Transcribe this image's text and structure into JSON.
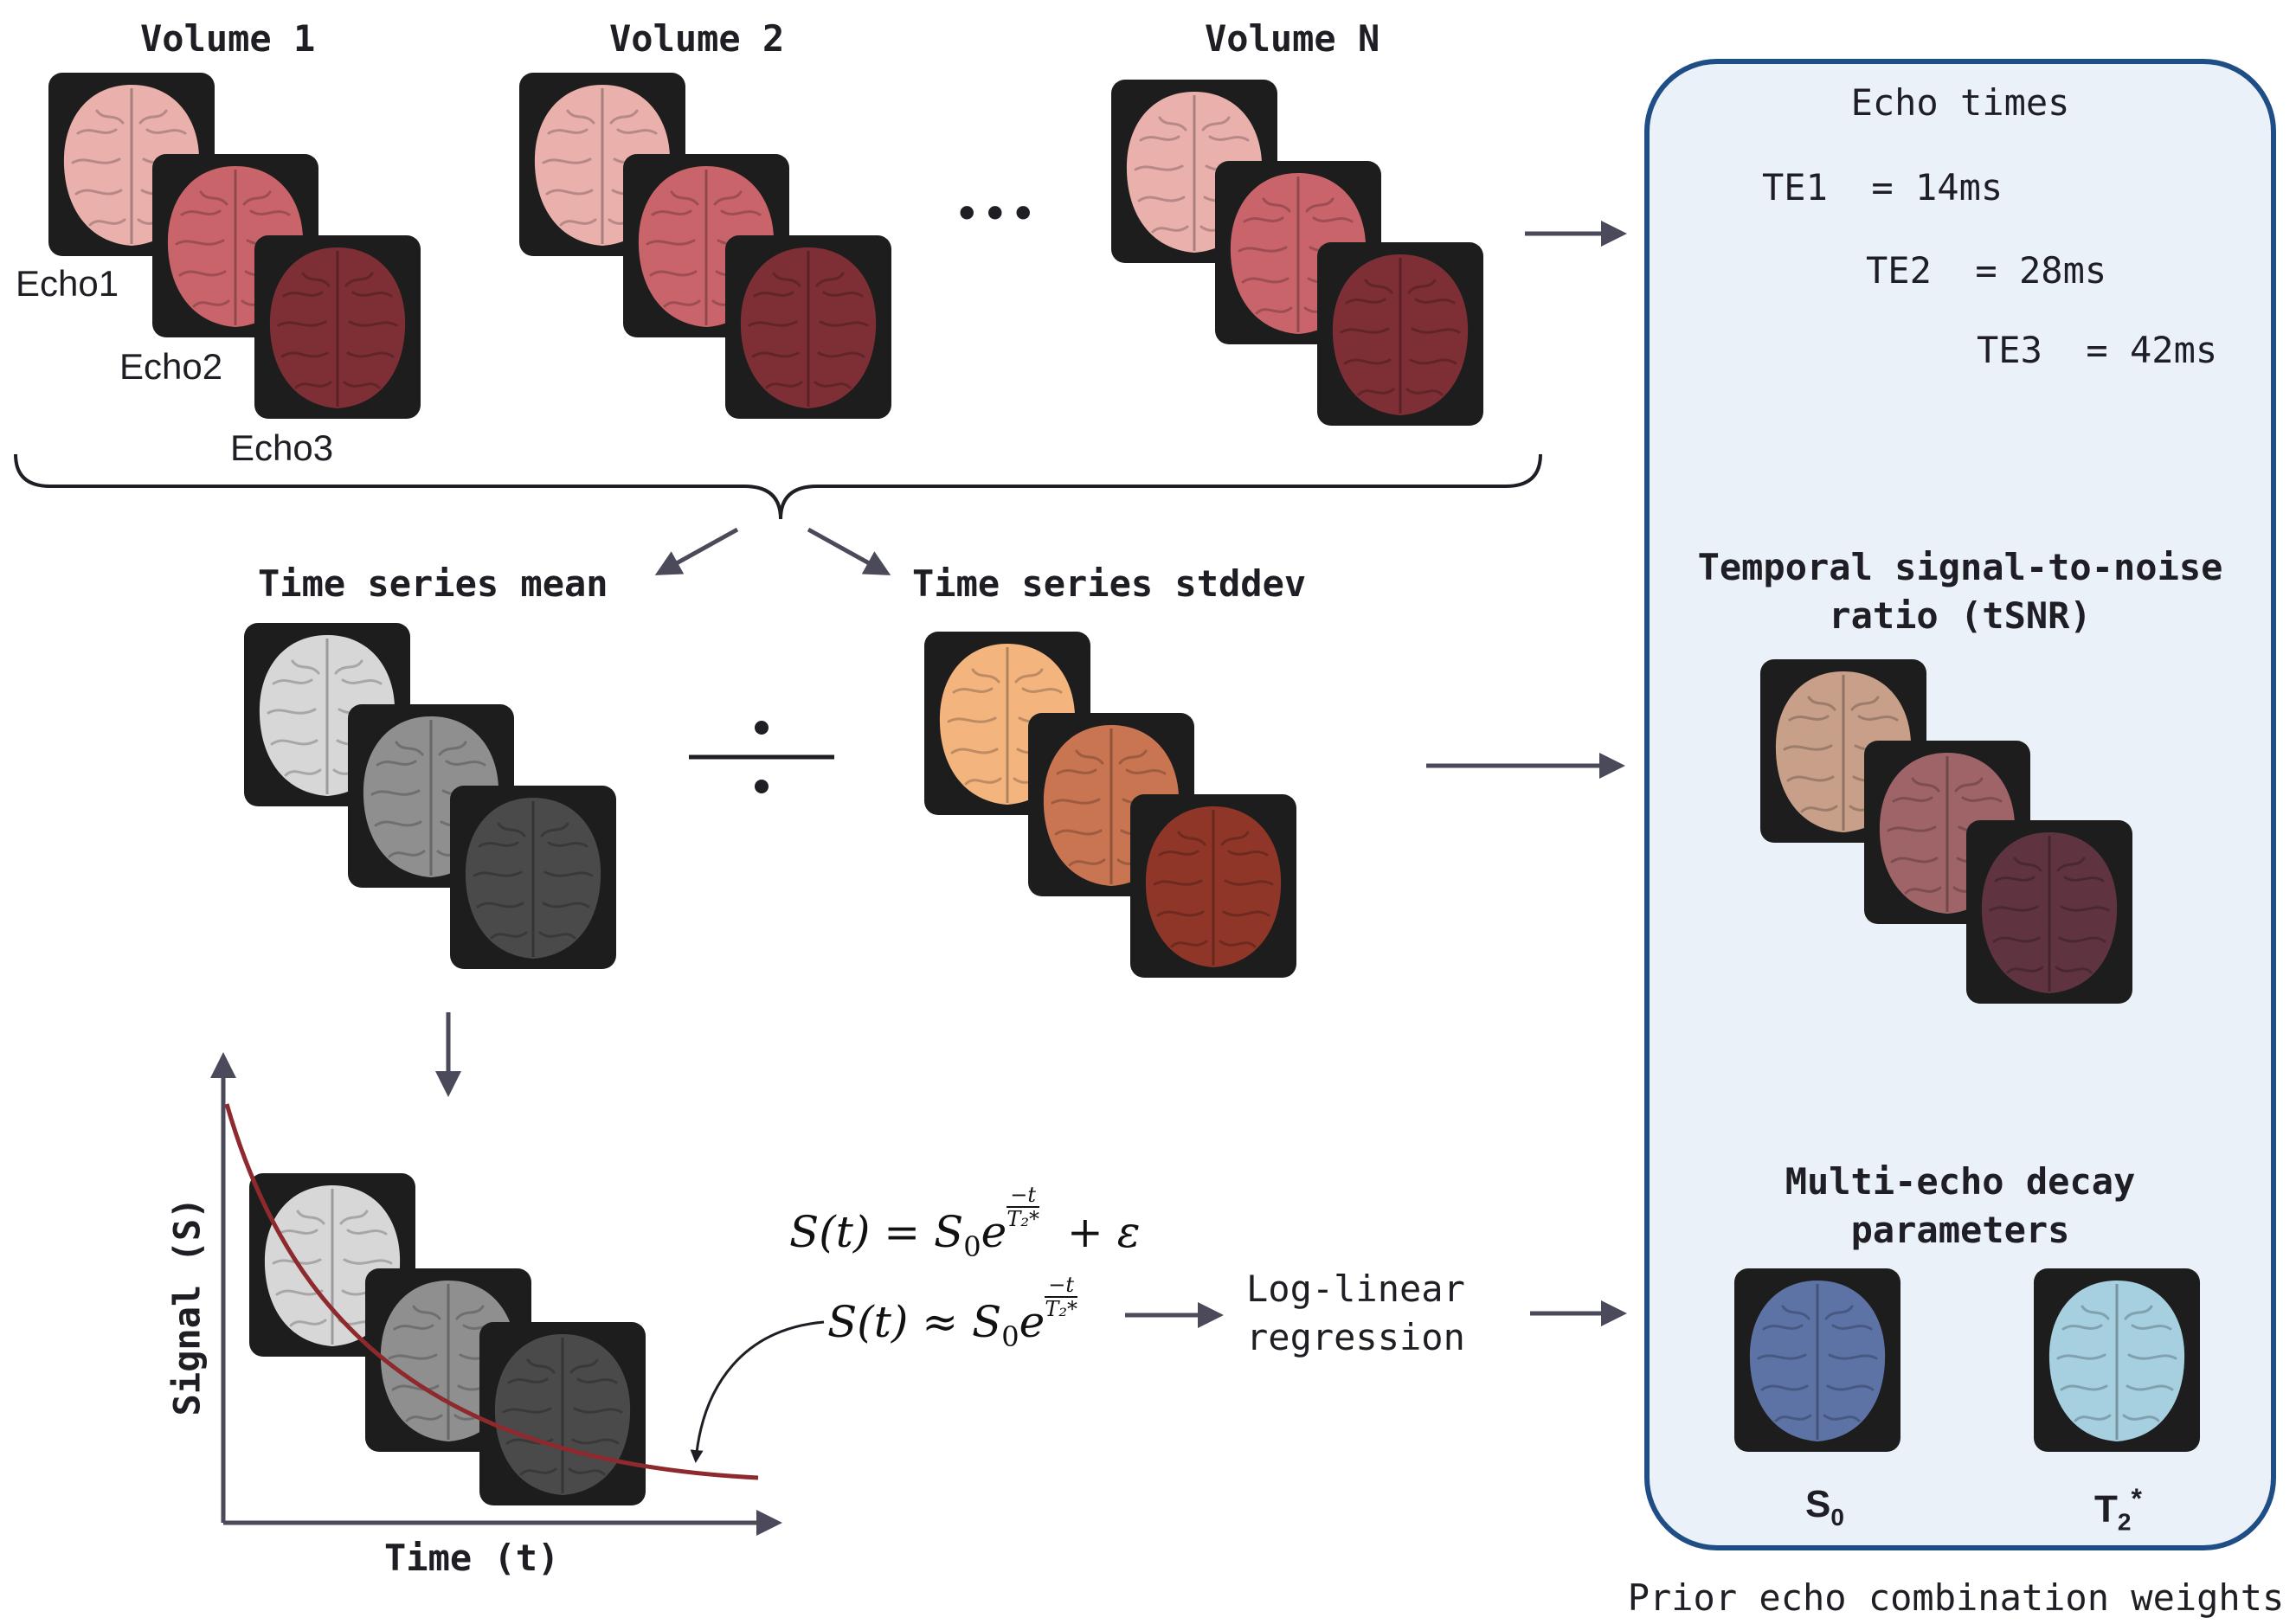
{
  "volumes": {
    "v1": "Volume 1",
    "v2": "Volume 2",
    "vn": "Volume N",
    "ellipsis": "•••"
  },
  "echo_labels": {
    "e1": "Echo1",
    "e2": "Echo2",
    "e3": "Echo3"
  },
  "stats": {
    "mean": "Time series mean",
    "stddev": "Time series stddev"
  },
  "plot": {
    "ylabel": "Signal (S)",
    "xlabel": "Time (t)"
  },
  "equations": {
    "eq1_lhs": "S(t) = S",
    "eq1_sub": "0",
    "eq1_e": "e",
    "eq1_num": "−t",
    "eq1_den": "T₂*",
    "eq1_rest": "+ ε",
    "eq2_lhs": "S(t) ≈ S",
    "eq2_sub": "0",
    "eq2_e": "e",
    "eq2_num": "−t",
    "eq2_den": "T₂*"
  },
  "regression": {
    "line1": "Log-linear",
    "line2": "regression"
  },
  "panel": {
    "echo_times_title": "Echo times",
    "te1": "TE1  = 14ms",
    "te2": "TE2  = 28ms",
    "te3": "TE3  = 42ms",
    "tsnr_line1": "Temporal signal-to-noise",
    "tsnr_line2": "ratio (tSNR)",
    "decay_line1": "Multi-echo decay",
    "decay_line2": "parameters",
    "s0_label": "S",
    "s0_sub": "0",
    "t2_label": "T",
    "t2_sub": "2",
    "t2_sup": "*",
    "footer": "Prior echo combination weights"
  },
  "colors": {
    "panel_border": "#1f4e86",
    "panel_fill": "#eaf1f9",
    "arrow": "#4a4a5a",
    "decay_curve": "#8e2a2e",
    "brain_echo1": "#e9b0ac",
    "brain_echo2": "#c9646a",
    "brain_echo3": "#7d2f35",
    "brain_mean_1": "#d7d7d7",
    "brain_mean_2": "#8f8f8f",
    "brain_mean_3": "#4a4a4a",
    "brain_std_1": "#f3b47e",
    "brain_std_2": "#c97551",
    "brain_std_3": "#8f3628",
    "brain_tsnr_1": "#c89f88",
    "brain_tsnr_2": "#9f6468",
    "brain_tsnr_3": "#5f3440",
    "brain_s0": "#5d73a6",
    "brain_t2": "#a6cfe0"
  }
}
